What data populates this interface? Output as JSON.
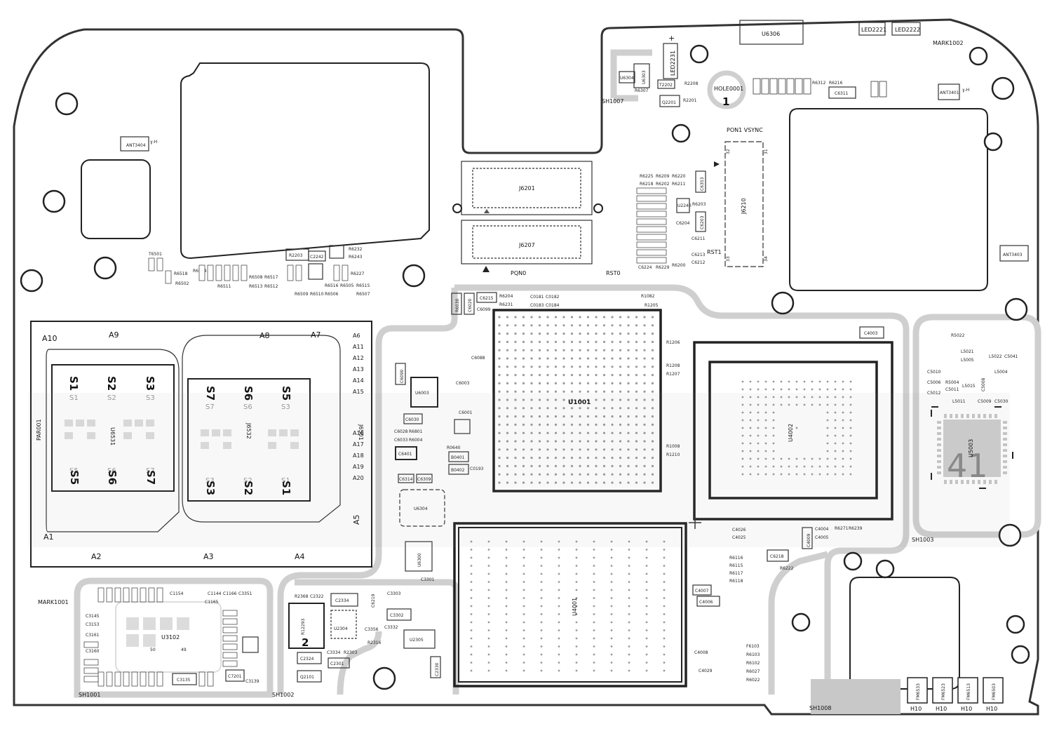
{
  "board": {
    "shields": [
      "SH1001",
      "SH1002",
      "SH1003",
      "SH1007",
      "SH1008"
    ],
    "marks": [
      "MARK1001",
      "MARK1002"
    ],
    "hole_label": "HOLE0001",
    "hole_num": "1"
  },
  "antennas": [
    "ANT3404",
    "ANT3401",
    "ANT3403"
  ],
  "top_right": {
    "u6306": "U6306",
    "led2221": "LED2221",
    "led2222": "LED2222",
    "led2231": "LED2231",
    "u6303": "U6303",
    "u6304b": "U6304",
    "r6307": "R6307",
    "t2202": "T2202",
    "r2208": "R2208",
    "q2201": "Q2201",
    "r2201": "R2201",
    "c6311": "C6311",
    "r6312": "R6312",
    "r6216": "R6216",
    "j6210": "J6210",
    "pon": "PON1 VSYNC",
    "rst1": "RST1",
    "pin32": "32",
    "pin31": "31",
    "pin33": "33",
    "pin34": "34",
    "u2240": "U2240",
    "c6204": "C6204",
    "c6203": "C6203",
    "c6353": "C6353",
    "r6203": "R6203",
    "r6200": "R6200",
    "c6213": "C6213",
    "c6212": "C6212",
    "c6224": "C6224",
    "c6211": "C6211",
    "r6209": "R6209",
    "r6225": "R6225",
    "r6220": "R6220",
    "r6211": "R6211",
    "r6218": "R6218",
    "r6202": "R6202",
    "r6229": "R6229"
  },
  "connectors": {
    "j6201": "J6201",
    "j6207": "J6207",
    "pqn0": "PQN0",
    "rst0": "RST0"
  },
  "left_area": {
    "t6501": "T6501",
    "r2203": "R2203",
    "c2242": "C2242",
    "r6227": "R6227",
    "r6502": "R6502",
    "r6518": "R6518",
    "r6514": "R6514",
    "r6517": "R6517",
    "r6508": "R6508",
    "r6512": "R6512",
    "r6513": "R6513",
    "r6516": "R6516",
    "r6515": "R6515",
    "r6505": "R6505",
    "r6506": "R6506",
    "r6507": "R6507",
    "r6510": "R6510",
    "r6509": "R6509",
    "r6511": "R6511",
    "r6232": "R6232",
    "r6243": "R6243"
  },
  "sim": {
    "corner_labels": [
      "A10",
      "A9",
      "A8",
      "A7",
      "A1",
      "A2",
      "A3",
      "A4",
      "A5",
      "A6",
      "A11",
      "A12",
      "A13",
      "A14",
      "A15",
      "A16",
      "A17",
      "A18",
      "A19",
      "A20"
    ],
    "left_top": [
      "S1",
      "S2",
      "S3"
    ],
    "left_top_small": [
      "S1",
      "S2",
      "S3"
    ],
    "left_bottom": [
      "S5",
      "S6",
      "S7"
    ],
    "left_bottom_big": [
      "S5",
      "S6",
      "S7"
    ],
    "right_top": [
      "S7",
      "S6",
      "S5"
    ],
    "right_top_small": [
      "S7",
      "S6",
      "S3"
    ],
    "right_bottom_small": [
      "S3",
      "S2",
      "S1"
    ],
    "right_bottom": [
      "S3",
      "S2",
      "S1"
    ],
    "j6501": "J6501",
    "u6531": "U6531",
    "j6532": "J6532",
    "par001": "PAR001"
  },
  "cpu": {
    "u1001": "U1001",
    "c6215": "C6215",
    "c6099": "C6099",
    "r6204": "R6204",
    "r6231": "R6231",
    "r6030": "R6030",
    "c6020": "C6020",
    "c0181": "C0181",
    "c0182": "C0182",
    "c0183": "C0183",
    "c0184": "C0184",
    "r1082": "R1082",
    "r1205": "R1205",
    "r1206": "R1206",
    "r1208": "R1208",
    "r1207": "R1207",
    "r1008": "R1008",
    "r1210": "R1210",
    "u6003": "U6003",
    "c6030": "C6030",
    "c6088": "C6088",
    "c6003": "C6003",
    "c6090": "C6090",
    "c6001": "C6001",
    "c6028": "C6028",
    "r6801": "R6801",
    "c6033": "C6033",
    "r6004": "R6004",
    "c6401": "C6401",
    "b0401": "B0401",
    "b0402": "B0402",
    "r0640": "R0640",
    "c0193": "C0193",
    "c6314": "C6314",
    "c6309": "C6309",
    "u6304": "U6304"
  },
  "u4002": {
    "label": "U4002",
    "c4003": "C4003",
    "c4026": "C4026",
    "c4025": "C4025",
    "c4004": "C4004",
    "c4005": "C4005",
    "c4009": "C4009",
    "r6271": "R6271",
    "r6239": "R6239",
    "c6218": "C6218",
    "r6222": "R6222",
    "c4007": "C4007",
    "c4006": "C4006",
    "c4008": "C4008",
    "c4029": "C4029",
    "f6103": "F6103",
    "r6103": "R6103",
    "r6102": "R6102",
    "r6027": "R6027",
    "r6022": "R6022",
    "r6116": "R6116",
    "r6115": "R6115",
    "r6117": "R6117",
    "r6118": "R6118"
  },
  "u4001": {
    "label": "U4001"
  },
  "u5003": {
    "label": "U5003",
    "num": "41",
    "r5022": "R5022",
    "l5021": "L5021",
    "l5022": "L5022",
    "c5041": "C5041",
    "l5004": "L5004",
    "c5008": "C5008",
    "r5004": "R5004",
    "l5015": "L5015",
    "c5011": "C5011",
    "c5012": "C5012",
    "l5011": "L5011",
    "c5009": "C5009",
    "c5030": "C5030",
    "c5006": "C5006",
    "c5010": "C5010",
    "l5005": "L5005"
  },
  "u3102": {
    "label": "U3102",
    "pin50": "50",
    "pin49": "49",
    "c3135": "C3135",
    "c7201": "C7201",
    "c3139": "C3139",
    "c1154": "C1154",
    "c1166": "C1166",
    "c3351": "C3351",
    "c1144": "C1144",
    "c1165": "C1165",
    "c3161": "C3161",
    "c3145": "C3145",
    "c3153": "C3153",
    "c3160": "C3160"
  },
  "u2304": {
    "label": "U2304",
    "r2368": "R2368",
    "c2322": "C2322",
    "c2334": "C2334",
    "r12293": "R12293",
    "num2": "2",
    "c2324": "C2324",
    "c2301": "C2301",
    "q2101": "Q2101",
    "c3334": "C3334",
    "r2303": "R2303",
    "r2316": "R2316",
    "c3356": "C3356",
    "c3302": "C3302",
    "u2305": "U2305",
    "c2330": "C2330",
    "u6300": "U6300",
    "c3301": "C3301",
    "c6219": "C6219",
    "c3303": "C3303",
    "c3332": "C3332"
  },
  "bottom_right": {
    "fm": [
      "FM6533",
      "FM6523",
      "FM6513",
      "FM6503"
    ],
    "h10": [
      "H10",
      "H10",
      "H10",
      "H10"
    ]
  }
}
